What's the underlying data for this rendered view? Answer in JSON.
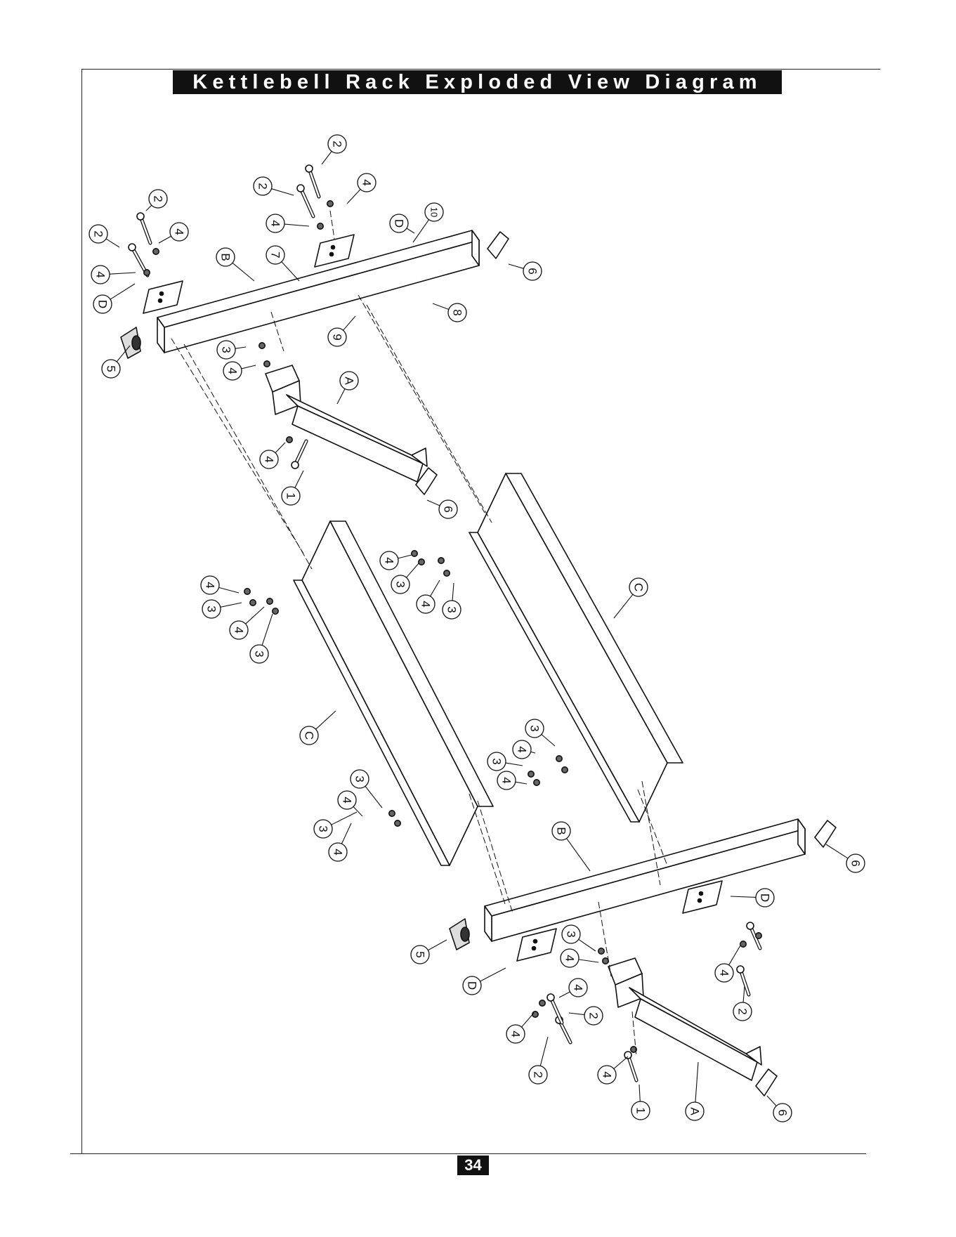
{
  "title": "Kettlebell Rack Exploded View Diagram",
  "page_number": "34",
  "labels": [
    {
      "id": "part-2",
      "text": "2"
    },
    {
      "id": "part-2",
      "text": "2"
    },
    {
      "id": "part-4",
      "text": "4"
    },
    {
      "id": "part-4",
      "text": "4"
    },
    {
      "id": "part-D",
      "text": "D"
    },
    {
      "id": "part-5",
      "text": "5"
    },
    {
      "id": "part-B",
      "text": "B"
    },
    {
      "id": "part-7",
      "text": "7"
    },
    {
      "id": "part-2",
      "text": "2"
    },
    {
      "id": "part-2",
      "text": "2"
    },
    {
      "id": "part-4",
      "text": "4"
    },
    {
      "id": "part-4",
      "text": "4"
    },
    {
      "id": "part-D",
      "text": "D"
    },
    {
      "id": "part-10",
      "text": "10"
    },
    {
      "id": "part-6",
      "text": "6"
    },
    {
      "id": "part-8",
      "text": "8"
    },
    {
      "id": "part-9",
      "text": "9"
    },
    {
      "id": "part-3",
      "text": "3"
    },
    {
      "id": "part-4",
      "text": "4"
    },
    {
      "id": "part-A",
      "text": "A"
    },
    {
      "id": "part-4",
      "text": "4"
    },
    {
      "id": "part-1",
      "text": "1"
    },
    {
      "id": "part-6",
      "text": "6"
    },
    {
      "id": "part-4",
      "text": "4"
    },
    {
      "id": "part-3",
      "text": "3"
    },
    {
      "id": "part-4",
      "text": "4"
    },
    {
      "id": "part-3",
      "text": "3"
    },
    {
      "id": "part-4",
      "text": "4"
    },
    {
      "id": "part-3",
      "text": "3"
    },
    {
      "id": "part-4",
      "text": "4"
    },
    {
      "id": "part-3",
      "text": "3"
    },
    {
      "id": "part-C",
      "text": "C"
    },
    {
      "id": "part-C",
      "text": "C"
    },
    {
      "id": "part-3",
      "text": "3"
    },
    {
      "id": "part-4",
      "text": "4"
    },
    {
      "id": "part-3",
      "text": "3"
    },
    {
      "id": "part-4",
      "text": "4"
    },
    {
      "id": "part-3",
      "text": "3"
    },
    {
      "id": "part-4",
      "text": "4"
    },
    {
      "id": "part-3",
      "text": "3"
    },
    {
      "id": "part-4",
      "text": "4"
    },
    {
      "id": "part-B",
      "text": "B"
    },
    {
      "id": "part-6",
      "text": "6"
    },
    {
      "id": "part-D",
      "text": "D"
    },
    {
      "id": "part-5",
      "text": "5"
    },
    {
      "id": "part-D",
      "text": "D"
    },
    {
      "id": "part-3",
      "text": "3"
    },
    {
      "id": "part-4",
      "text": "4"
    },
    {
      "id": "part-4",
      "text": "4"
    },
    {
      "id": "part-2",
      "text": "2"
    },
    {
      "id": "part-4",
      "text": "4"
    },
    {
      "id": "part-2",
      "text": "2"
    },
    {
      "id": "part-4",
      "text": "4"
    },
    {
      "id": "part-2",
      "text": "2"
    },
    {
      "id": "part-4",
      "text": "4"
    },
    {
      "id": "part-1",
      "text": "1"
    },
    {
      "id": "part-A",
      "text": "A"
    },
    {
      "id": "part-6",
      "text": "6"
    }
  ]
}
